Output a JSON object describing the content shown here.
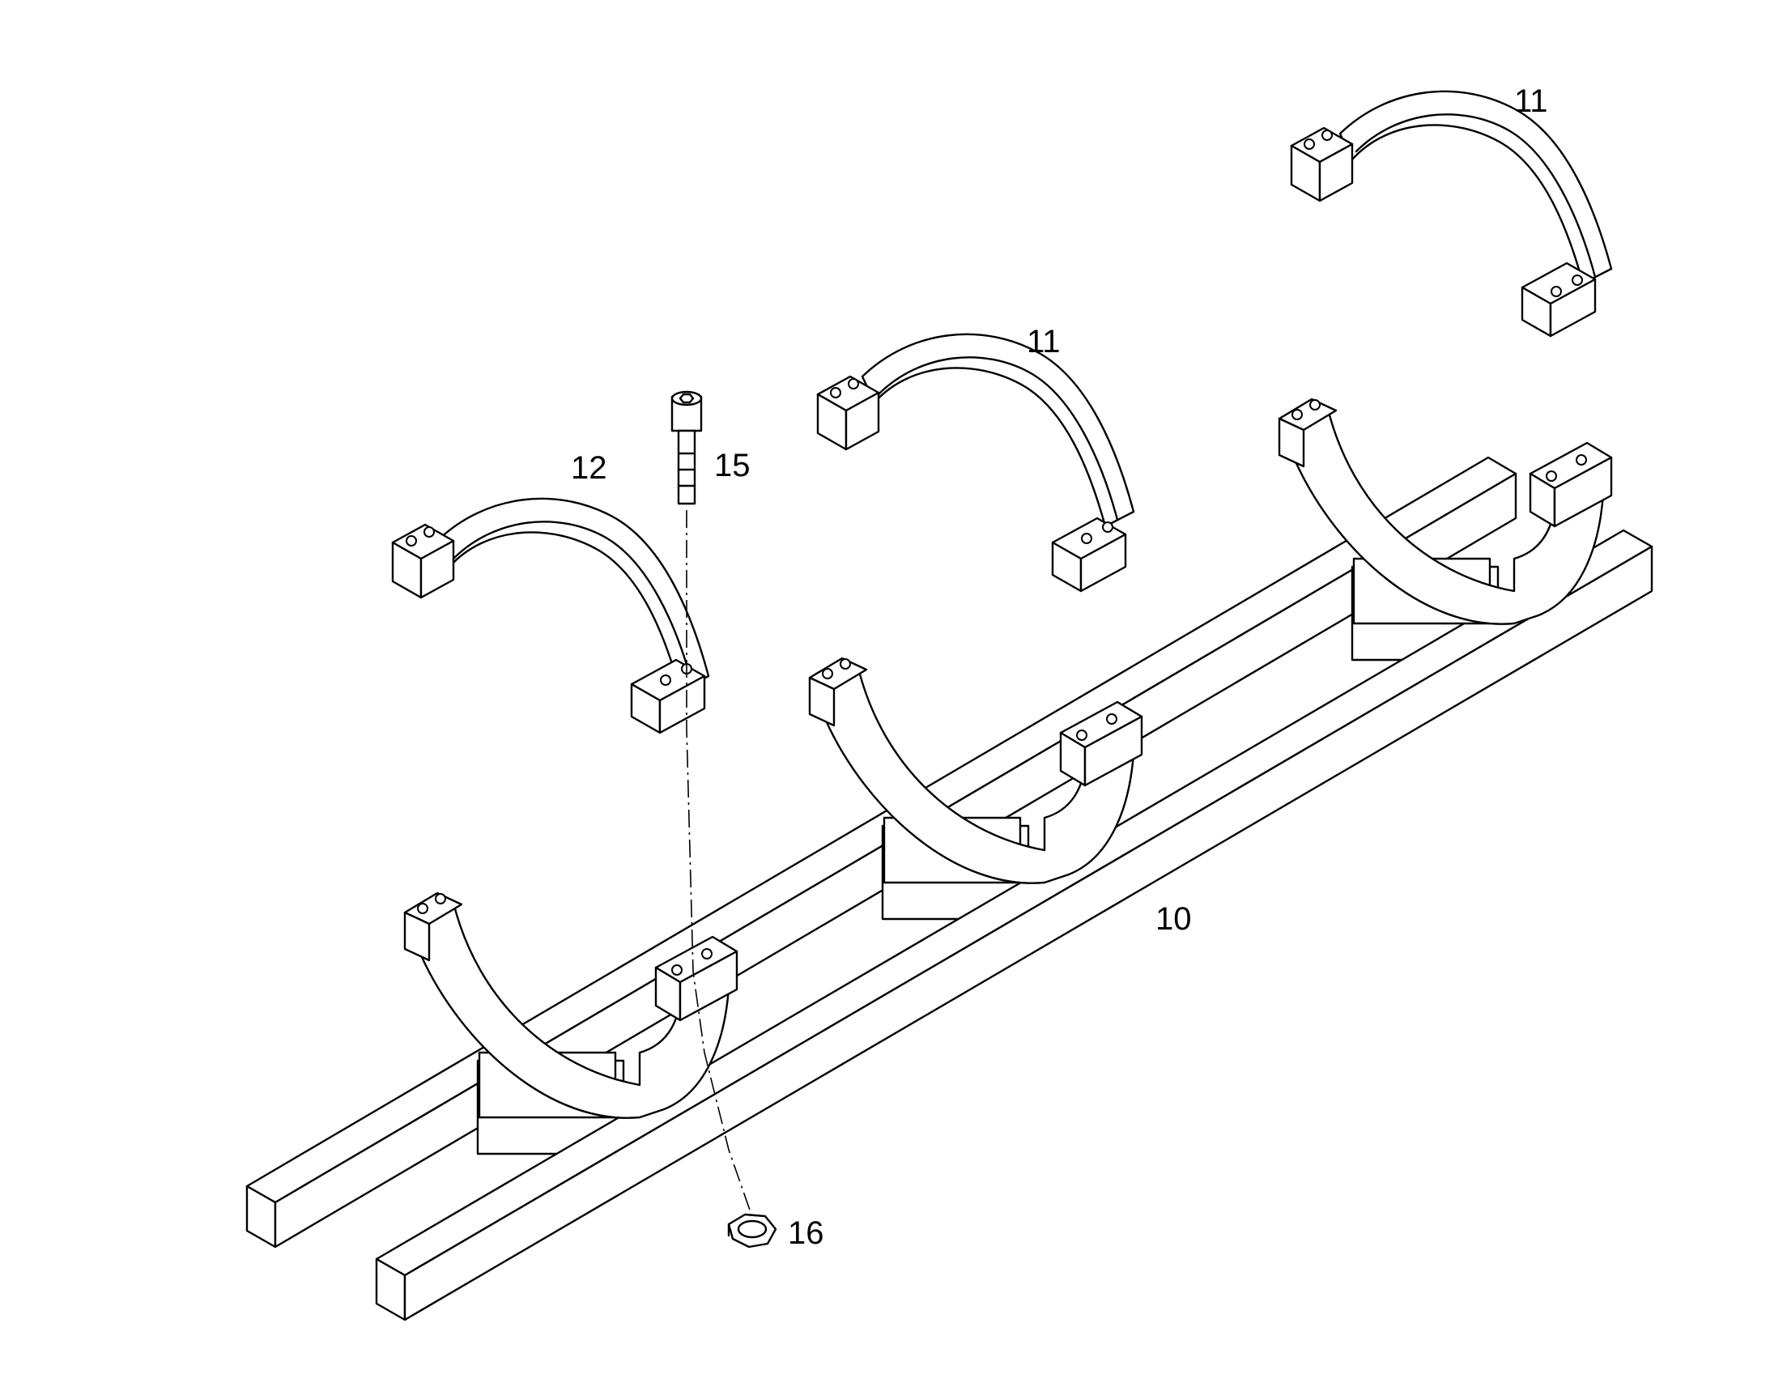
{
  "callouts": {
    "clamp_upper_right": "11",
    "clamp_upper_middle": "11",
    "clamp_upper_left": "12",
    "bolt": "15",
    "frame": "10",
    "nut": "16"
  },
  "colors": {
    "line": "#000000",
    "background": "#ffffff"
  }
}
